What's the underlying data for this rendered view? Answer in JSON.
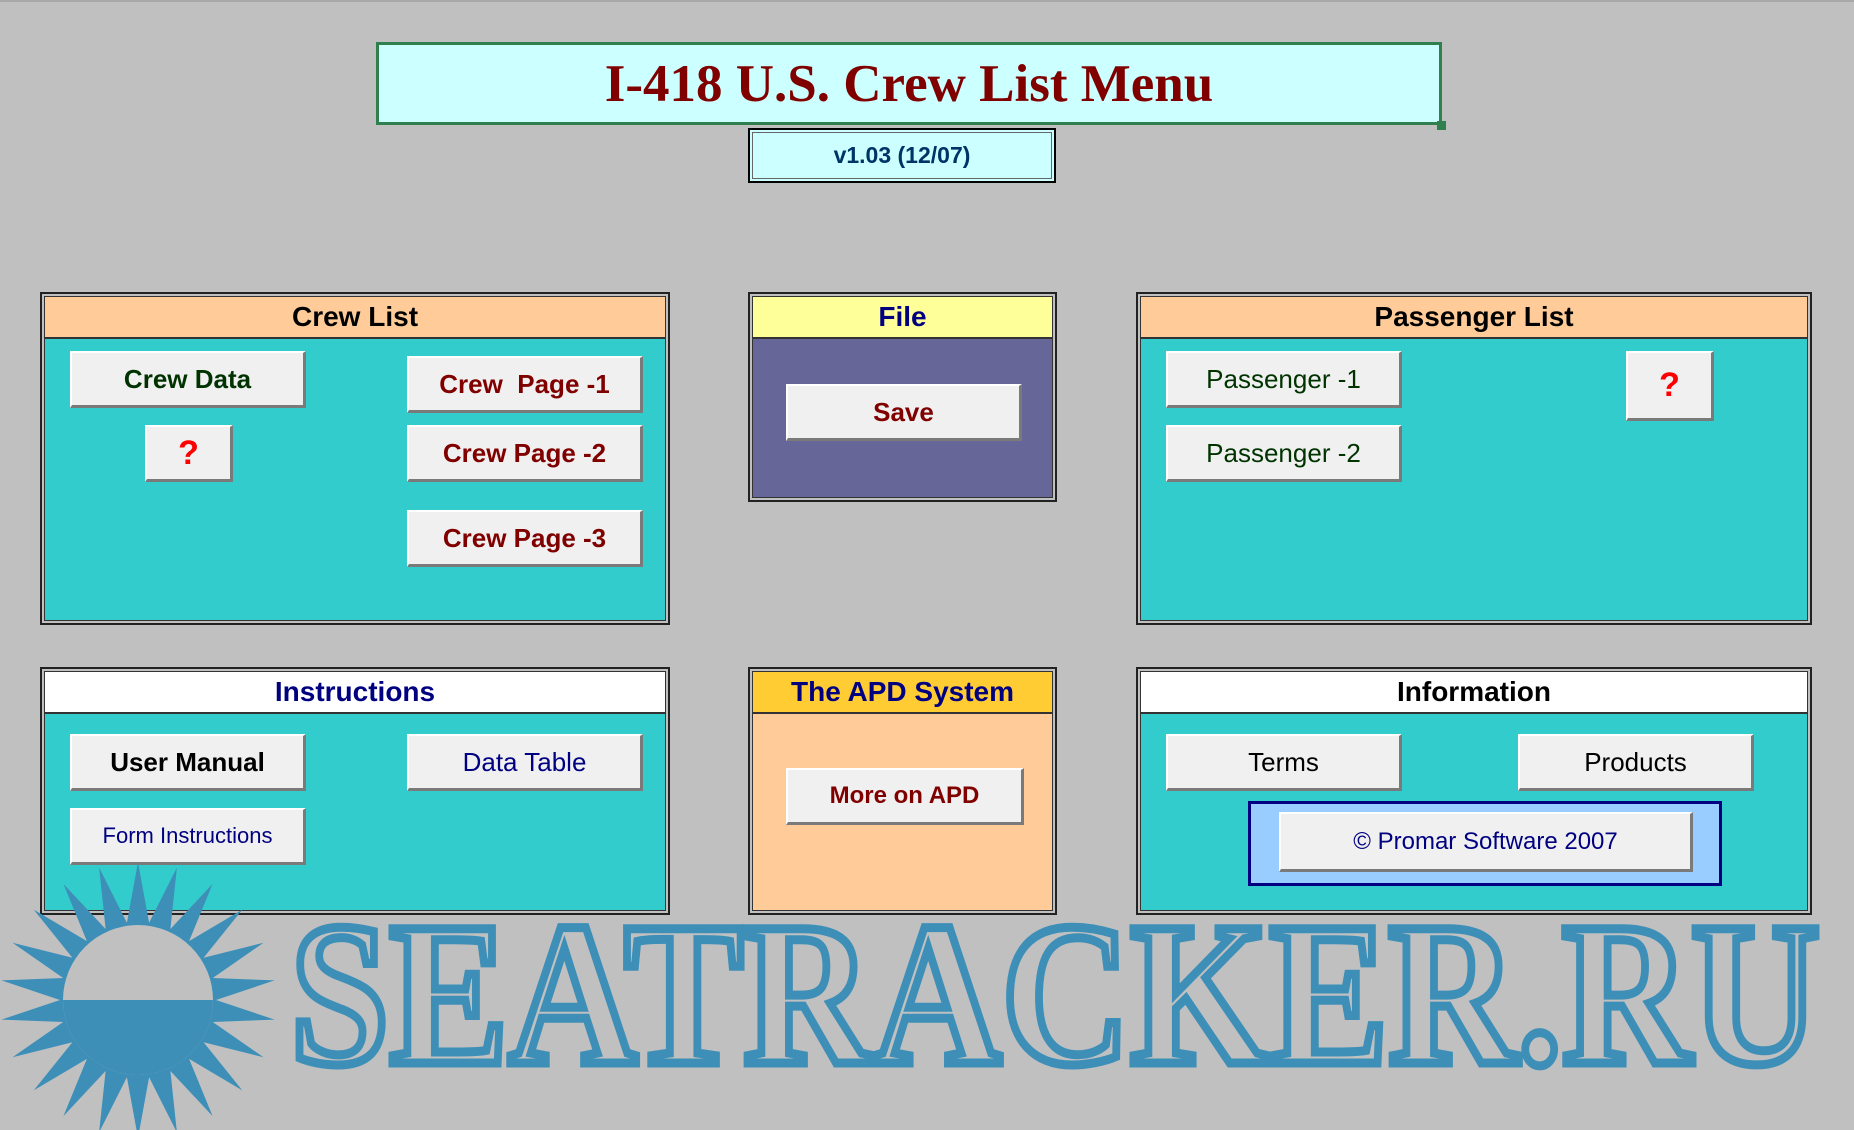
{
  "header": {
    "title": "I-418 U.S. Crew List Menu",
    "version": "v1.03 (12/07)"
  },
  "crew_list": {
    "heading": "Crew List",
    "crew_data": "Crew Data",
    "help": "?",
    "page1": "Crew  Page -1",
    "page2": "Crew Page -2",
    "page3": "Crew Page -3"
  },
  "file": {
    "heading": "File",
    "save": "Save"
  },
  "passenger_list": {
    "heading": "Passenger List",
    "passenger1": "Passenger -1",
    "passenger2": "Passenger -2",
    "help": "?"
  },
  "instructions": {
    "heading": "Instructions",
    "user_manual": "User Manual",
    "data_table": "Data Table",
    "form_instructions": "Form Instructions"
  },
  "apd": {
    "heading": "The APD System",
    "more": "More on APD"
  },
  "information": {
    "heading": "Information",
    "terms": "Terms",
    "products": "Products",
    "copyright": "© Promar Software 2007"
  },
  "watermark": {
    "text": "SEATRACKER.RU",
    "icon": "sun-icon"
  },
  "colors": {
    "background": "#c0c0c0",
    "teal": "#33cccc",
    "peach": "#ffcc99",
    "title_bg": "#ccffff",
    "maroon": "#800000",
    "file_body": "#666699",
    "file_head": "#ffff99",
    "apd_head": "#ffcc33",
    "watermark": "#3d8fb8"
  }
}
